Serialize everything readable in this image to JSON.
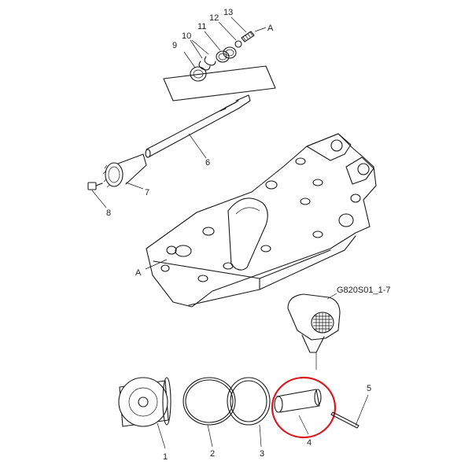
{
  "diagram": {
    "drawing_code": "G820S01_1-7",
    "callouts": [
      "1",
      "2",
      "3",
      "4",
      "5",
      "6",
      "7",
      "8",
      "9",
      "10",
      "11",
      "12",
      "13"
    ],
    "connector_label": "A",
    "highlight_color": "#d9171f",
    "line_color": "#1a1a1a"
  }
}
